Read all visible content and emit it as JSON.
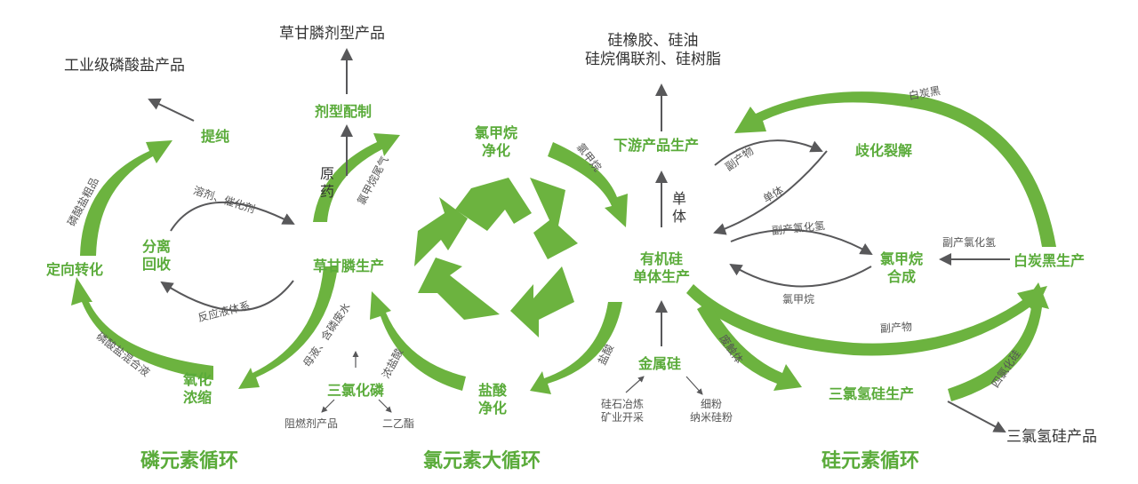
{
  "colors": {
    "green": "#6cb33f",
    "gray": "#58585a",
    "text_green": "#5aab3a",
    "text_dark": "#333333"
  },
  "titles": {
    "phosphorus": "磷元素循环",
    "chlorine": "氯元素大循环",
    "silicon": "硅元素循环"
  },
  "products": {
    "industrial_phosphate": "工业级磷酸盐产品",
    "glyphosate_formulation": "草甘膦剂型产品",
    "silicone_products": "硅橡胶、硅油\n硅烷偶联剂、硅树脂",
    "flame_retardant": "阻燃剂产品",
    "diethyl_ester": "二乙酯",
    "trichlorosilane_product": "三氯氢硅产品",
    "fine_powder": "细粉\n纳米硅粉",
    "silica_stone": "硅石冶炼\n矿业开采"
  },
  "nodes": {
    "purification": "提纯",
    "directional_conversion": "定向转化",
    "separation_recovery": "分离\n回收",
    "oxidation_concentration": "氧化\n浓缩",
    "formulation": "剂型配制",
    "glyphosate_production": "草甘膦生产",
    "pcl3": "三氯化磷",
    "methyl_chloride_purification": "氯甲烷\n净化",
    "hcl_purification": "盐酸\n净化",
    "downstream_production": "下游产品生产",
    "organosilicon_monomer": "有机硅\n单体生产",
    "metal_silicon": "金属硅",
    "cracking": "歧化裂解",
    "methyl_chloride_synthesis": "氯甲烷\n合成",
    "white_carbon_black_production": "白炭黑生产",
    "trichlorosilane_production": "三氯氢硅生产"
  },
  "edge_labels": {
    "raw_material": "原\n药",
    "monomer": "单\n体",
    "solvent_catalyst": "溶剂、催化剂",
    "reaction_liquid": "反应液体系",
    "crude_phosphate": "磷酸盐粗品",
    "phosphate_mixture": "磷酸盐混合液",
    "methyl_chloride_tail_gas": "氯甲烷尾气",
    "mother_liquor": "母液、含磷废水",
    "concentrated_hcl": "浓盐酸",
    "methyl_chloride": "氯甲烷",
    "hydrochloric_acid": "盐酸",
    "byproduct_a": "副产物",
    "monomer_small": "单体",
    "byproduct_hcl": "副产氯化氢",
    "methyl_chloride_back": "氯甲烷",
    "byproduct_hcl_right": "副产氯化氢",
    "white_carbon_black": "白炭黑",
    "byproduct_b": "副产物",
    "waste_catalyst": "废触体",
    "silicon_tetrachloride": "四氯化硅"
  }
}
